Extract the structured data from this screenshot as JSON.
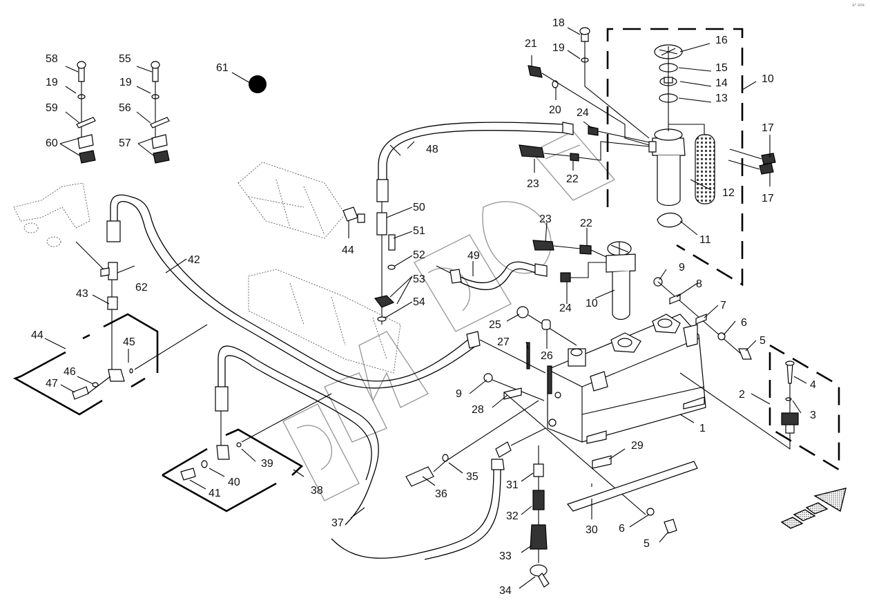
{
  "diagram": {
    "title": "Hydraulic tank and filter assembly — exploded parts view",
    "corner_code": "a² sos",
    "watermark": "DIMBOH",
    "direction_arrow": "forward-direction-arrow",
    "callouts": [
      {
        "id": "c1",
        "text": "1"
      },
      {
        "id": "c2",
        "text": "2"
      },
      {
        "id": "c3",
        "text": "3"
      },
      {
        "id": "c4",
        "text": "4"
      },
      {
        "id": "c5a",
        "text": "5"
      },
      {
        "id": "c5b",
        "text": "5"
      },
      {
        "id": "c6a",
        "text": "6"
      },
      {
        "id": "c6b",
        "text": "6"
      },
      {
        "id": "c7",
        "text": "7"
      },
      {
        "id": "c8",
        "text": "8"
      },
      {
        "id": "c9a",
        "text": "9"
      },
      {
        "id": "c9b",
        "text": "9"
      },
      {
        "id": "c10a",
        "text": "10"
      },
      {
        "id": "c10b",
        "text": "10"
      },
      {
        "id": "c11",
        "text": "11"
      },
      {
        "id": "c12",
        "text": "12"
      },
      {
        "id": "c13",
        "text": "13"
      },
      {
        "id": "c14",
        "text": "14"
      },
      {
        "id": "c15",
        "text": "15"
      },
      {
        "id": "c16",
        "text": "16"
      },
      {
        "id": "c17a",
        "text": "17"
      },
      {
        "id": "c17b",
        "text": "17"
      },
      {
        "id": "c18",
        "text": "18"
      },
      {
        "id": "c19a",
        "text": "19"
      },
      {
        "id": "c19b",
        "text": "19"
      },
      {
        "id": "c19c",
        "text": "19"
      },
      {
        "id": "c20",
        "text": "20"
      },
      {
        "id": "c21",
        "text": "21"
      },
      {
        "id": "c22a",
        "text": "22"
      },
      {
        "id": "c22b",
        "text": "22"
      },
      {
        "id": "c23a",
        "text": "23"
      },
      {
        "id": "c23b",
        "text": "23"
      },
      {
        "id": "c24a",
        "text": "24"
      },
      {
        "id": "c24b",
        "text": "24"
      },
      {
        "id": "c25",
        "text": "25"
      },
      {
        "id": "c26",
        "text": "26"
      },
      {
        "id": "c27",
        "text": "27"
      },
      {
        "id": "c28",
        "text": "28"
      },
      {
        "id": "c29",
        "text": "29"
      },
      {
        "id": "c30",
        "text": "30"
      },
      {
        "id": "c31",
        "text": "31"
      },
      {
        "id": "c32",
        "text": "32"
      },
      {
        "id": "c33",
        "text": "33"
      },
      {
        "id": "c34",
        "text": "34"
      },
      {
        "id": "c35",
        "text": "35"
      },
      {
        "id": "c36",
        "text": "36"
      },
      {
        "id": "c37",
        "text": "37"
      },
      {
        "id": "c38",
        "text": "38"
      },
      {
        "id": "c39",
        "text": "39"
      },
      {
        "id": "c40",
        "text": "40"
      },
      {
        "id": "c41",
        "text": "41"
      },
      {
        "id": "c42",
        "text": "42"
      },
      {
        "id": "c43",
        "text": "43"
      },
      {
        "id": "c44a",
        "text": "44"
      },
      {
        "id": "c44b",
        "text": "44"
      },
      {
        "id": "c45",
        "text": "45"
      },
      {
        "id": "c46",
        "text": "46"
      },
      {
        "id": "c47",
        "text": "47"
      },
      {
        "id": "c48",
        "text": "48"
      },
      {
        "id": "c49",
        "text": "49"
      },
      {
        "id": "c50",
        "text": "50"
      },
      {
        "id": "c51",
        "text": "51"
      },
      {
        "id": "c52",
        "text": "52"
      },
      {
        "id": "c53",
        "text": "53"
      },
      {
        "id": "c54",
        "text": "54"
      },
      {
        "id": "c55",
        "text": "55"
      },
      {
        "id": "c56",
        "text": "56"
      },
      {
        "id": "c57",
        "text": "57"
      },
      {
        "id": "c58",
        "text": "58"
      },
      {
        "id": "c59",
        "text": "59"
      },
      {
        "id": "c60",
        "text": "60"
      },
      {
        "id": "c61",
        "text": "61"
      },
      {
        "id": "c62",
        "text": "62"
      }
    ]
  }
}
